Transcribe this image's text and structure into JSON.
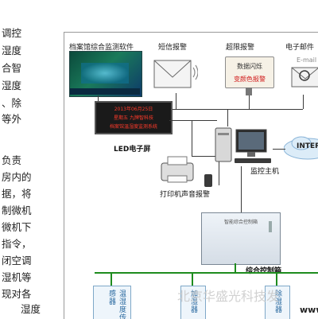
{
  "left_text": [
    "调控",
    "湿度",
    "合智",
    "湿度",
    "、除",
    "等外",
    "负责",
    "房内的",
    "据，将",
    "制微机",
    "微机下",
    "指令，",
    "闭空调",
    "湿机等",
    "现对各",
    "湿度"
  ],
  "diagram": {
    "top_labels": {
      "software": "档案馆综合监测软件",
      "sms": "短信报警",
      "overlimit": "超限报警",
      "email": "电子邮件"
    },
    "panel": {
      "line1": "数据闪烁",
      "line2": "变颜色报警"
    },
    "email_caption": "E-mail",
    "internet_label": "INTER",
    "led_screen": {
      "line1": "2013年06月25日",
      "line2": "星期五 九牌智科技",
      "line3": "档案馆温湿度监测系统"
    },
    "led_label": "LED电子屏",
    "host_label": "监控主机",
    "printer_label": "打印机声音报警",
    "cabinet_title": "智能综合控制箱",
    "cabinet_label": "综合控制箱",
    "devices": [
      "温湿度传感器",
      "加湿器",
      "除湿器"
    ],
    "watermark": "北京华盛光科技发",
    "corner_text": "www."
  },
  "colors": {
    "bus": "#1e8c1e",
    "wire": "#3a3a3a",
    "led_text": "#ff3a2a",
    "accent_blue": "#2b6aa0"
  }
}
